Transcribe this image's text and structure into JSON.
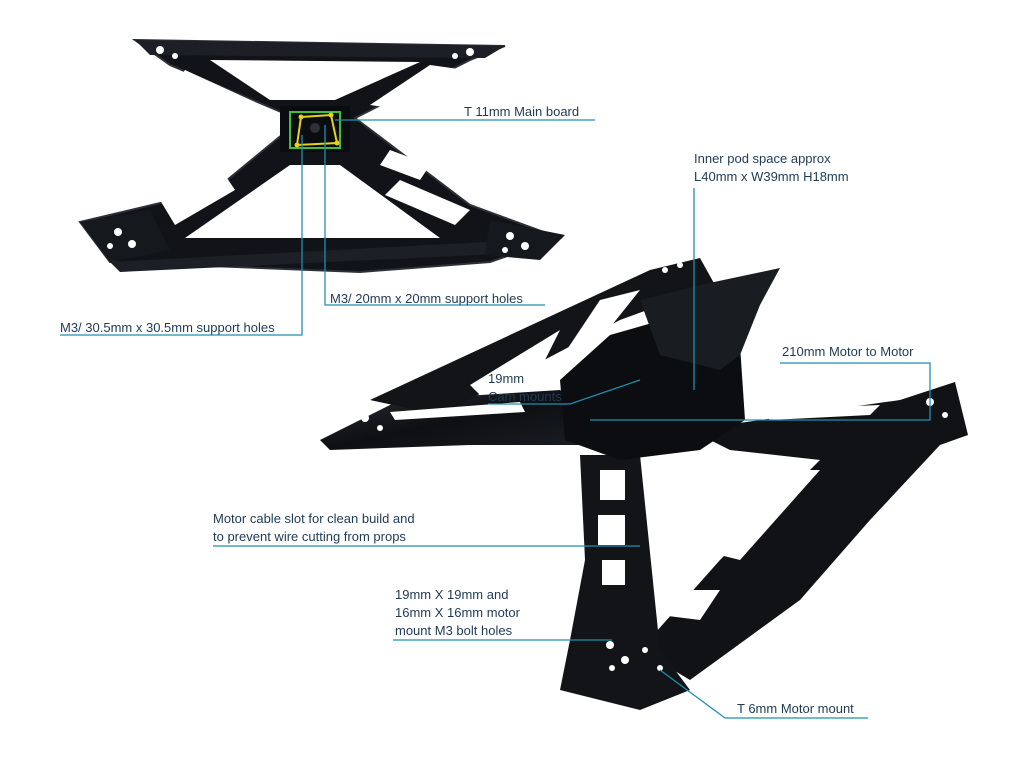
{
  "annotations": {
    "main_board": "T 11mm Main board",
    "pod_space_line1": "Inner pod space approx",
    "pod_space_line2": "L40mm x W39mm H18mm",
    "support_20": "M3/ 20mm x 20mm support holes",
    "support_30": "M3/ 30.5mm x 30.5mm support holes",
    "motor_to_motor": "210mm Motor to Motor",
    "cam_line1": "19mm",
    "cam_line2": "Cam mounts",
    "cable_line1": "Motor cable slot for clean build and",
    "cable_line2": "to prevent wire cutting from props",
    "bolt_line1": "19mm X 19mm and",
    "bolt_line2": "16mm X 16mm motor",
    "bolt_line3": "mount M3 bolt holes",
    "motor_mount": "T 6mm Motor mount"
  },
  "colors": {
    "leader_line": "#1f8fb0",
    "label_text": "#1f3a55",
    "frame": "#101216",
    "frame_highlight": "#3a3f48",
    "mount_square_30": "#3fbf3f",
    "mount_square_20": "#e8d21a"
  }
}
